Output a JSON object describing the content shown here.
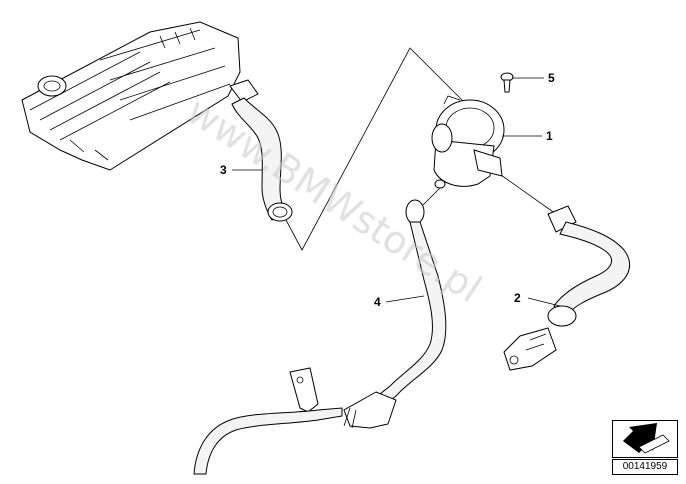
{
  "diagram": {
    "callouts": [
      {
        "id": "1",
        "label": "1"
      },
      {
        "id": "2",
        "label": "2"
      },
      {
        "id": "3",
        "label": "3"
      },
      {
        "id": "4",
        "label": "4"
      },
      {
        "id": "5",
        "label": "5"
      }
    ],
    "watermark": "www.BMWstore.pl",
    "reference_number": "00141959"
  },
  "colors": {
    "line": "#000000",
    "watermark": "#c8c8c8",
    "background": "#ffffff"
  }
}
